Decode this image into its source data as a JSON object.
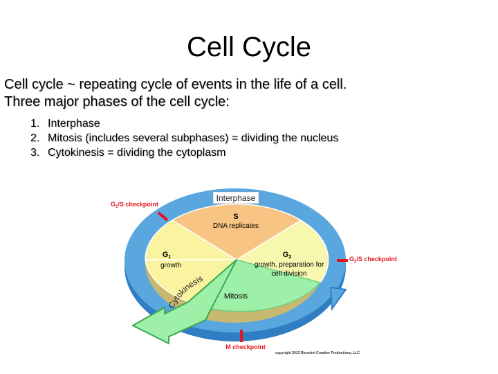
{
  "slide": {
    "title": "Cell Cycle",
    "intro_lines": [
      "Cell cycle ~ repeating cycle of events in the life of a cell.",
      "Three major phases of the cell cycle:"
    ],
    "phases": [
      {
        "number": "1.",
        "text": "Interphase"
      },
      {
        "number": "2.",
        "text": "Mitosis (includes several subphases) = dividing the nucleus"
      },
      {
        "number": "3.",
        "text": "Cytokinesis = dividing the cytoplasm"
      }
    ]
  },
  "diagram": {
    "ring_label": "Interphase",
    "s_phase": {
      "label": "S",
      "description": "DNA replicates"
    },
    "g1_phase": {
      "label": "G",
      "subscript": "1",
      "description": "growth"
    },
    "g2_phase": {
      "label": "G",
      "subscript": "2",
      "description_lines": [
        "growth, preparation for",
        "cell division"
      ]
    },
    "mitosis_label": "Mitosis",
    "cytokinesis_label": "Cytokinesis",
    "checkpoints": {
      "g1s": {
        "prefix": "G",
        "sub": "1",
        "suffix": "/S checkpoint"
      },
      "g2s": {
        "prefix": "G",
        "sub": "2",
        "suffix": "/S checkpoint"
      },
      "m": "M checkpoint"
    },
    "copyright": "copyright 2013 Ricochet Creative Productions, LLC",
    "colors": {
      "ring_blue": "#5aa7e0",
      "ring_dark": "#2f7ec4",
      "s_phase": "#f8c483",
      "g1_phase": "#faf3a0",
      "g2_phase": "#f7f7b0",
      "mitosis": "#9ef0a8",
      "checkpoint_red": "#e3141c"
    }
  }
}
